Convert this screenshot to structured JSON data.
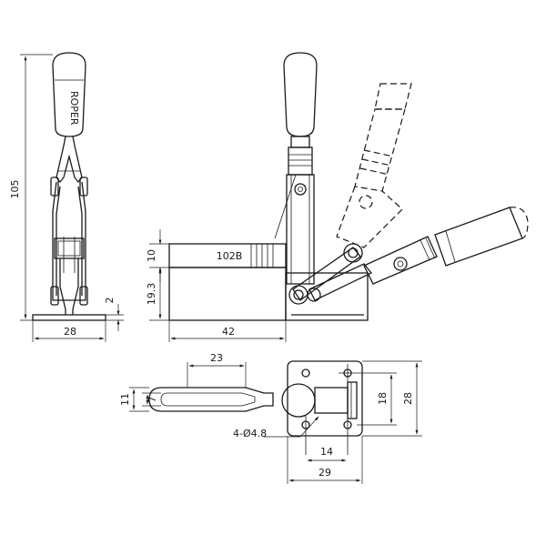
{
  "side_view": {
    "height_label": "105",
    "base_thickness_label": "2",
    "width_label": "28"
  },
  "front_view": {
    "model_label": "102B",
    "bar_height_label": "10",
    "base_height_label": "19.3",
    "length_label": "42"
  },
  "top_view": {
    "slot_length_label": "23",
    "outer_width_label": "11",
    "inner_width_label": "7",
    "holes_label": "4-Ø4.8",
    "hole_spacing_x_label": "14",
    "base_length_label": "29",
    "hole_spacing_y_label": "18",
    "base_width_label": "28"
  }
}
